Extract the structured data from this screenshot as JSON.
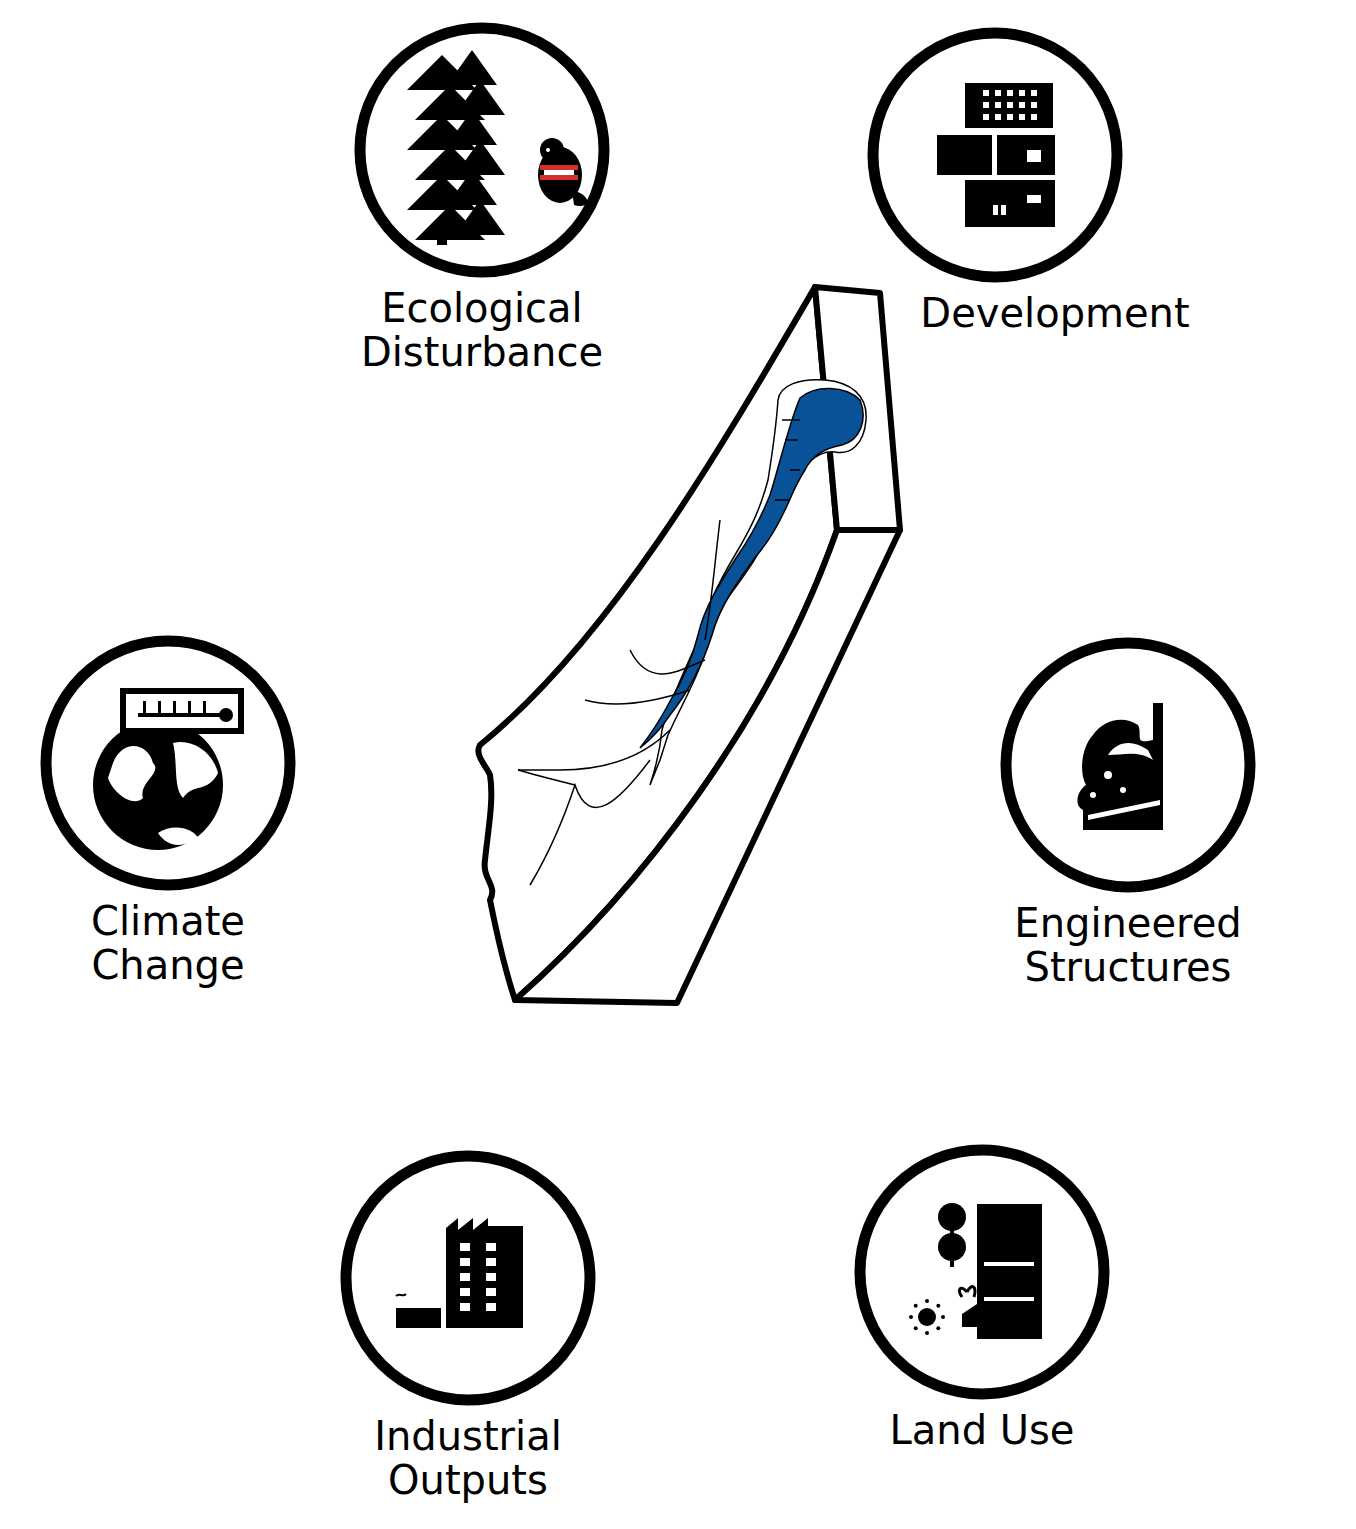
{
  "diagram": {
    "nodes": [
      {
        "text": [
          "Ecological Disturbance"
        ]
      },
      {
        "text": [
          "Development"
        ]
      },
      {
        "text": [
          "Climate Change"
        ]
      },
      {
        "text": [
          "Engineered Structures"
        ]
      },
      {
        "text": [
          "Industrial Outputs"
        ]
      },
      {
        "text": [
          "Land Use"
        ]
      }
    ]
  }
}
